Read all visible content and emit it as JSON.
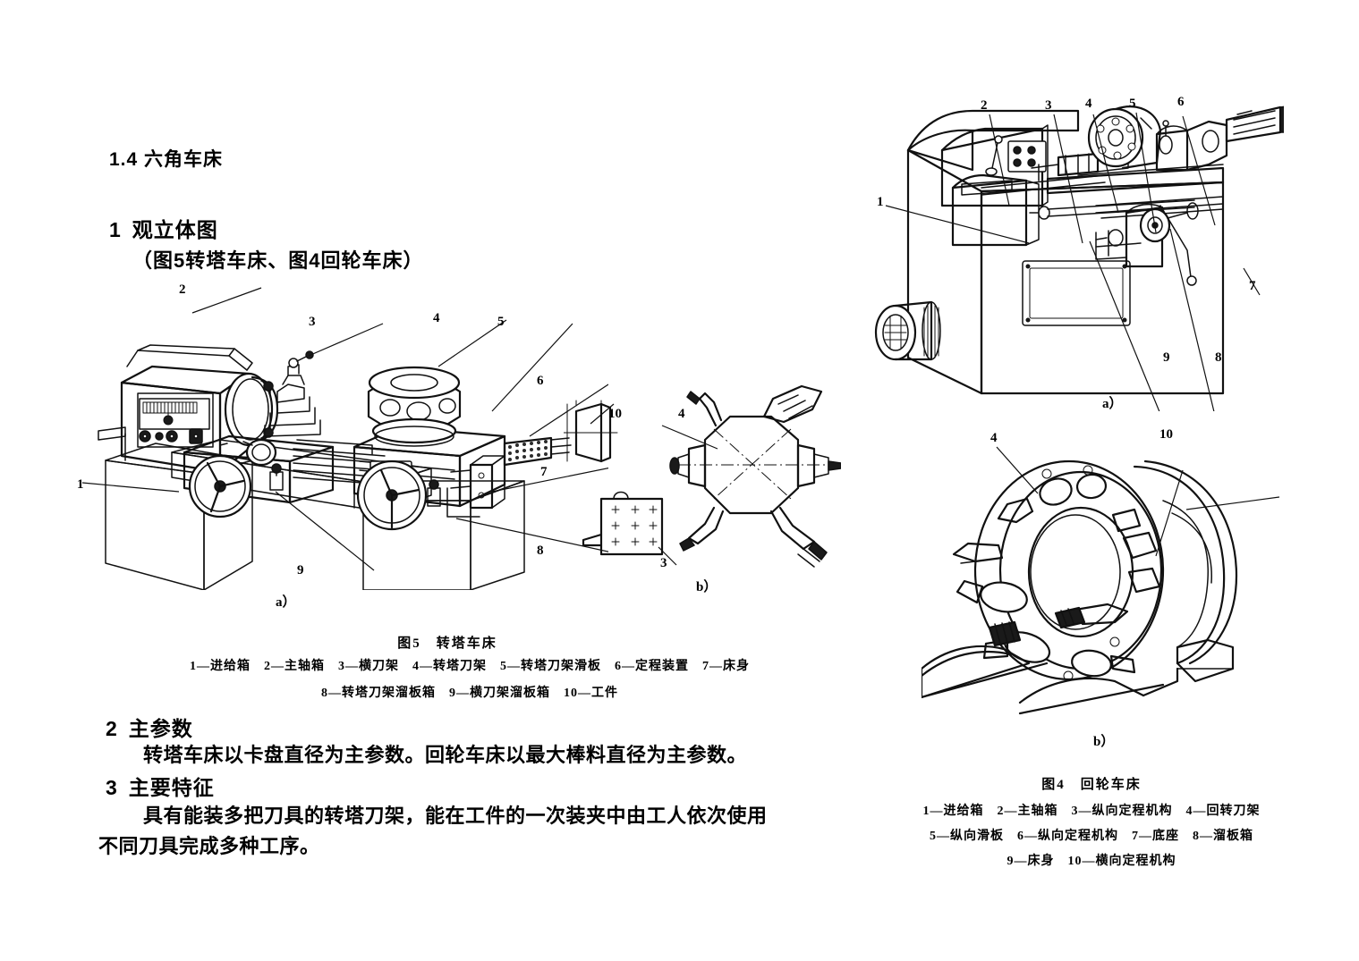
{
  "document": {
    "section_heading": "1.4 六角车床",
    "headings": [
      {
        "num": "1",
        "text": "观立体图"
      },
      {
        "num": "2",
        "text": "主参数"
      },
      {
        "num": "3",
        "text": "主要特征"
      }
    ],
    "subtitle_1": "（图5转塔车床、图4回轮车床）",
    "paragraph_2": "转塔车床以卡盘直径为主参数。回轮车床以最大棒料直径为主参数。",
    "paragraph_3_line1": "具有能装多把刀具的转塔刀架，能在工件的一次装夹中由工人依次使用",
    "paragraph_3_line2": "不同刀具完成多种工序。"
  },
  "figure5": {
    "sub_label_a": "a）",
    "sub_label_b": "b）",
    "caption_title": "图5　转塔车床",
    "caption_line1": "1—进给箱　2—主轴箱　3—横刀架　4—转塔刀架　5—转塔刀架滑板　6—定程装置　7—床身",
    "caption_line2": "8—转塔刀架溜板箱　9—横刀架溜板箱　10—工件",
    "callouts_a": [
      "1",
      "2",
      "3",
      "4",
      "5",
      "6",
      "7",
      "8",
      "9"
    ],
    "callouts_b": [
      "3",
      "4",
      "10"
    ]
  },
  "figure4": {
    "sub_label_a": "a）",
    "sub_label_b": "b）",
    "caption_title": "图4　回轮车床",
    "caption_line1": "1—进给箱　2—主轴箱　3—纵向定程机构　4—回转刀架",
    "caption_line2": "5—纵向滑板　6—纵向定程机构　7—底座　8—溜板箱",
    "caption_line3": "9—床身　10—横向定程机构",
    "callouts_a": [
      "1",
      "2",
      "3",
      "4",
      "5",
      "6",
      "7",
      "8",
      "9"
    ],
    "callouts_b": [
      "4",
      "10"
    ]
  },
  "colors": {
    "ink": "#111111",
    "paper": "#ffffff"
  }
}
